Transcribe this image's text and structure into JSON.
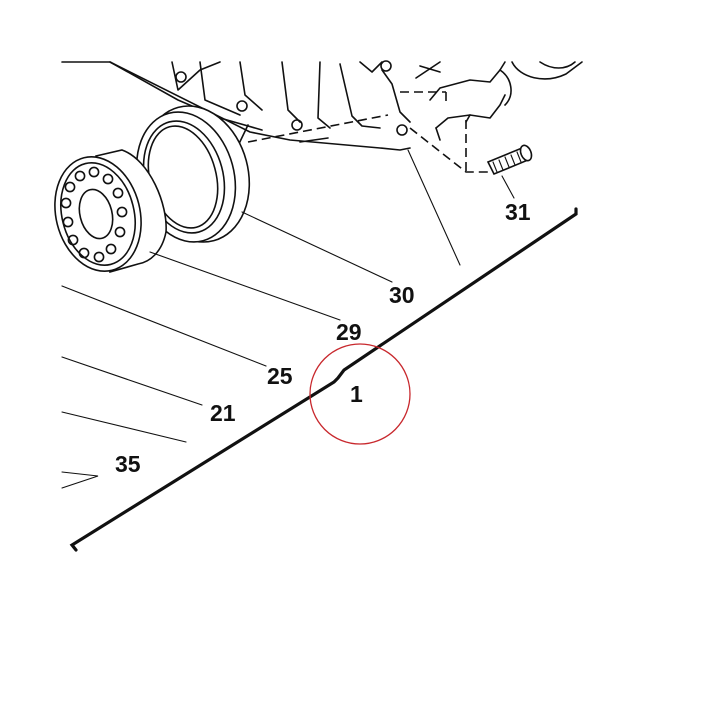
{
  "callouts": {
    "c31": "31",
    "c30": "30",
    "c29": "29",
    "c25": "25",
    "c1": "1",
    "c21": "21",
    "c35": "35"
  },
  "highlight": {
    "ring_color": "#c8282d",
    "target_callout": "1"
  }
}
